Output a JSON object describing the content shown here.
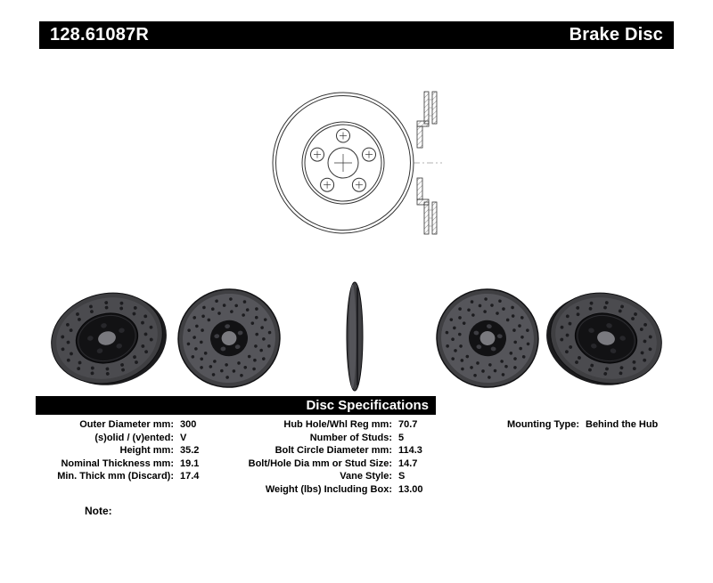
{
  "header": {
    "part_number": "128.61087R",
    "product_type": "Brake Disc"
  },
  "spec_section": {
    "title": "Disc Specifications"
  },
  "specs_left": [
    {
      "label": "Outer Diameter mm:",
      "value": "300"
    },
    {
      "label": "(s)olid / (v)ented:",
      "value": "V"
    },
    {
      "label": "Height mm:",
      "value": "35.2"
    },
    {
      "label": "Nominal Thickness mm:",
      "value": "19.1"
    },
    {
      "label": "Min. Thick mm (Discard):",
      "value": "17.4"
    }
  ],
  "specs_middle": [
    {
      "label": "Hub Hole/Whl Reg mm:",
      "value": "70.7"
    },
    {
      "label": "Number of Studs:",
      "value": "5"
    },
    {
      "label": "Bolt Circle Diameter mm:",
      "value": "114.3"
    },
    {
      "label": "Bolt/Hole Dia mm or Stud Size:",
      "value": "14.7"
    },
    {
      "label": "Vane Style:",
      "value": "S"
    },
    {
      "label": "Weight (lbs) Including Box:",
      "value": "13.00"
    }
  ],
  "specs_right": [
    {
      "label": "Mounting Type:",
      "value": "Behind the Hub"
    }
  ],
  "note_label": "Note:",
  "colors": {
    "bar_bg": "#000000",
    "bar_fg": "#ffffff",
    "rotor_rim": "#3f3f42",
    "rotor_face": "#55555a",
    "rotor_face2": "#4b4b4f",
    "rotor_hole": "#1c1c1f",
    "rotor_hat": "#121214",
    "rotor_hub": "#7a7a7f",
    "line_art": "#333333"
  }
}
